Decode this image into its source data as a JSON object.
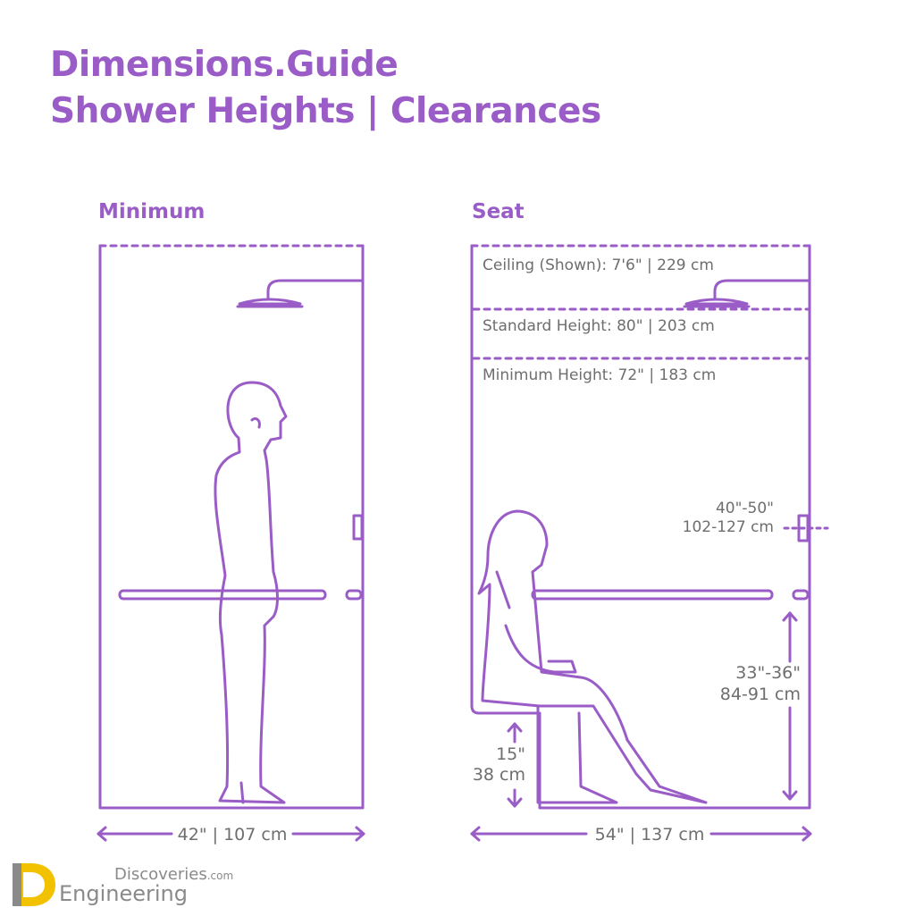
{
  "header": {
    "title_line1": "Dimensions.Guide",
    "title_line2": "Shower Heights | Clearances"
  },
  "panels": {
    "minimum": {
      "label": "Minimum",
      "width_label": "42\" | 107 cm"
    },
    "seat": {
      "label": "Seat",
      "width_label": "54\" | 137 cm",
      "ceiling_label": "Ceiling (Shown): 7'6\" | 229 cm",
      "standard_label": "Standard Height: 80\" | 203 cm",
      "minimum_label": "Minimum Height: 72\" | 183 cm",
      "valve_range": "40\"-50\"",
      "valve_range_cm": "102-127 cm",
      "bar_range": "33\"-36\"",
      "bar_range_cm": "84-91 cm",
      "seat_height": "15\"",
      "seat_height_cm": "38 cm"
    }
  },
  "watermark": {
    "top": "Discoveries",
    "top_suffix": ".com",
    "bottom": "Engineering"
  },
  "colors": {
    "accent": "#9a5cc6",
    "text_gray": "#6e6e6e",
    "logo_gray": "#8a8a8a",
    "logo_yellow": "#f2c200"
  }
}
